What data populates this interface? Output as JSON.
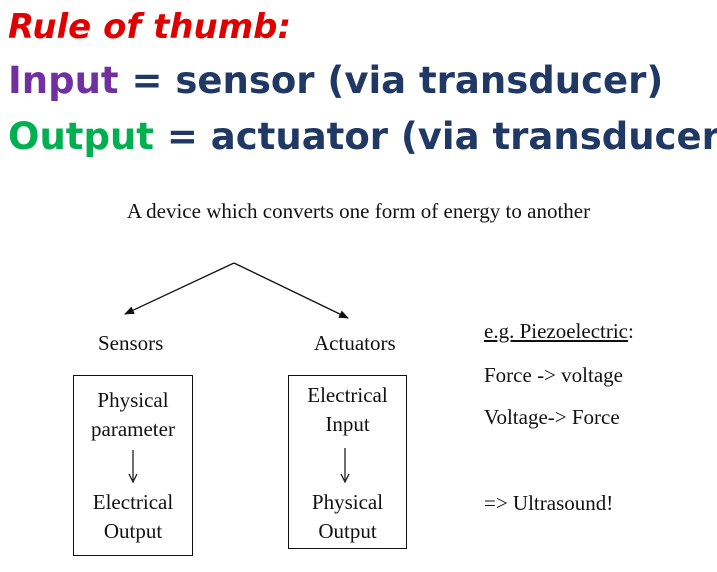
{
  "headings": {
    "rule": "Rule of thumb:",
    "input_keyword": "Input",
    "input_rest": " = sensor (via transducer)",
    "output_keyword": "Output",
    "output_rest": " = actuator (via transducer)"
  },
  "definition": "A device which converts one form of energy to another",
  "sensors": {
    "label": "Sensors",
    "from_line1": "Physical",
    "from_line2": "parameter",
    "to_line1": "Electrical",
    "to_line2": "Output"
  },
  "actuators": {
    "label": "Actuators",
    "from_line1": "Electrical",
    "from_line2": "Input",
    "to_line1": "Physical",
    "to_line2": "Output"
  },
  "example": {
    "title": "e.g. Piezoelectric",
    "colon": ":",
    "line1": "Force -> voltage",
    "line2": "Voltage-> Force",
    "line3": "=> Ultrasound!"
  },
  "colors": {
    "rule": "#e00000",
    "input": "#7030a0",
    "output": "#00b050",
    "heading_text": "#1f3864"
  }
}
